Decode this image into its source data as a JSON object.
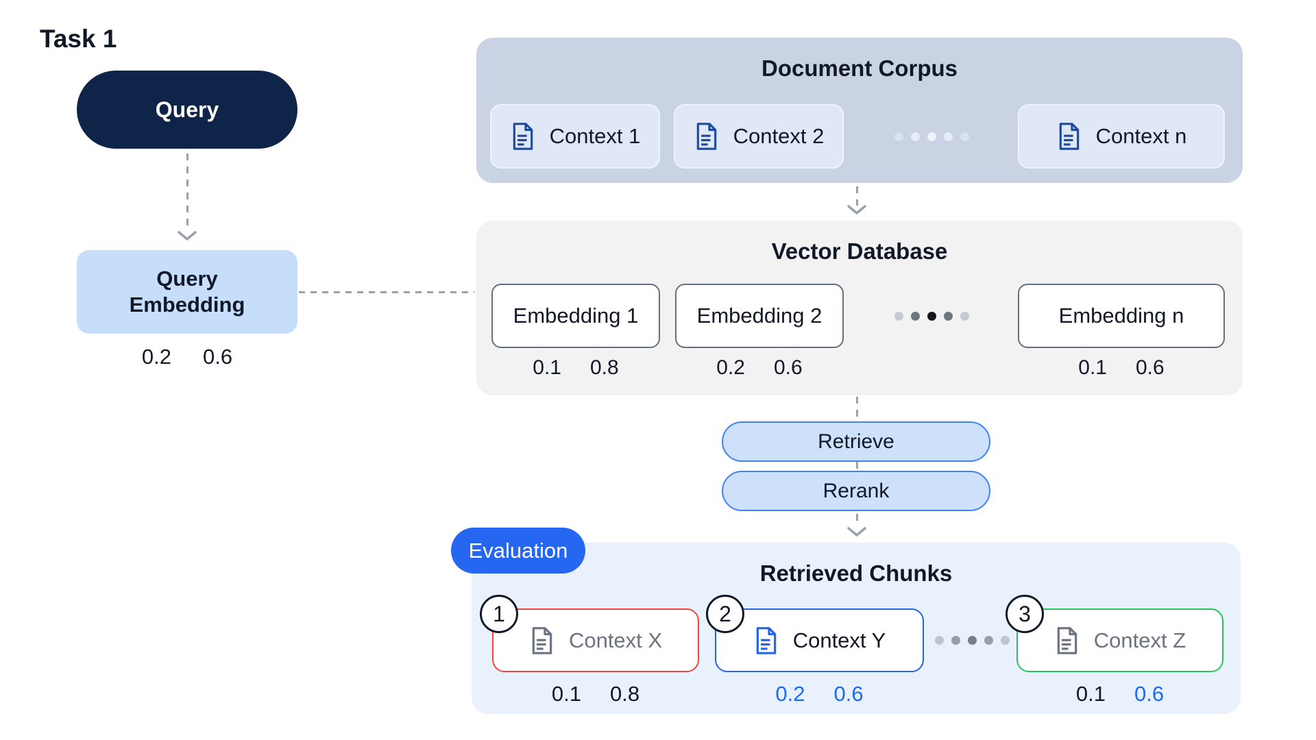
{
  "task_label": "Task 1",
  "query": {
    "label": "Query"
  },
  "query_embedding": {
    "label": "Query Embedding",
    "values": [
      "0.2",
      "0.6"
    ]
  },
  "document_corpus": {
    "title": "Document Corpus",
    "cards": [
      {
        "label": "Context 1"
      },
      {
        "label": "Context 2"
      },
      {
        "label": "Context n"
      }
    ]
  },
  "vector_database": {
    "title": "Vector Database",
    "cards": [
      {
        "label": "Embedding 1",
        "values": [
          "0.1",
          "0.8"
        ]
      },
      {
        "label": "Embedding 2",
        "values": [
          "0.2",
          "0.6"
        ]
      },
      {
        "label": "Embedding n",
        "values": [
          "0.1",
          "0.6"
        ]
      }
    ]
  },
  "pipeline": {
    "retrieve_label": "Retrieve",
    "rerank_label": "Rerank"
  },
  "evaluation": {
    "badge_label": "Evaluation"
  },
  "retrieved_chunks": {
    "title": "Retrieved Chunks",
    "cards": [
      {
        "rank": "1",
        "label": "Context X",
        "values": [
          "0.1",
          "0.8"
        ]
      },
      {
        "rank": "2",
        "label": "Context Y",
        "values": [
          "0.2",
          "0.6"
        ]
      },
      {
        "rank": "3",
        "label": "Context Z",
        "values": [
          "0.1",
          "0.6"
        ]
      }
    ]
  },
  "icons": {
    "document": "document-icon",
    "arrow": "dashed-arrow-down"
  },
  "colors": {
    "query_pill_bg": "#0e2549",
    "query_embedding_bg": "#c7defb",
    "corpus_bg": "#c9d3e4",
    "corpus_card_bg": "#e0e8f7",
    "vector_db_bg": "#f2f2f3",
    "pipeline_pill_bg": "#cde1fa",
    "pipeline_pill_border": "#3e82f7",
    "evaluation_badge_bg": "#2567f0",
    "retrieved_bg": "#e9f1fc",
    "chunk_rank1_border": "#ef4444",
    "chunk_rank2_border": "#2563eb",
    "chunk_rank3_border": "#22c55e",
    "value_highlight": "#1b6cf2",
    "doc_icon_navy": "#1e4b9b",
    "doc_icon_gray": "#6b7280",
    "doc_icon_blue": "#2563eb",
    "connector_gray": "#9aa1ac"
  }
}
